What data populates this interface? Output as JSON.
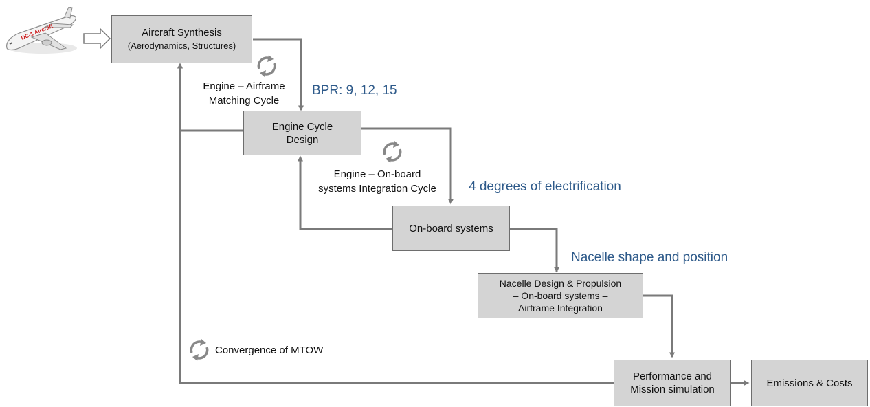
{
  "aircraft_icon": {
    "livery_text": "DC-1 Aircraft",
    "accent": "#cc1a1a"
  },
  "boxes": {
    "aircraft_synthesis": {
      "line1": "Aircraft Synthesis",
      "line2": "(Aerodynamics, Structures)"
    },
    "engine_cycle": {
      "line1": "Engine Cycle",
      "line2": "Design"
    },
    "onboard": {
      "line1": "On-board systems"
    },
    "nacelle": {
      "line1": "Nacelle Design & Propulsion",
      "line2": "– On-board systems –",
      "line3": "Airframe Integration"
    },
    "performance": {
      "line1": "Performance and",
      "line2": "Mission simulation"
    },
    "emissions": {
      "line1": "Emissions & Costs"
    }
  },
  "cycles": {
    "engine_airframe": {
      "line1": "Engine – Airframe",
      "line2": "Matching Cycle"
    },
    "engine_onboard": {
      "line1": "Engine – On-board",
      "line2": "systems Integration Cycle"
    },
    "mtow": {
      "label": "Convergence of MTOW"
    }
  },
  "notes": {
    "bpr": "BPR: 9, 12, 15",
    "electrification": "4 degrees of electrification",
    "nacelle": "Nacelle shape and position"
  },
  "colors": {
    "arrow": "#7a7a7a",
    "note": "#2e5a8a",
    "box_fill": "#d4d4d4"
  }
}
